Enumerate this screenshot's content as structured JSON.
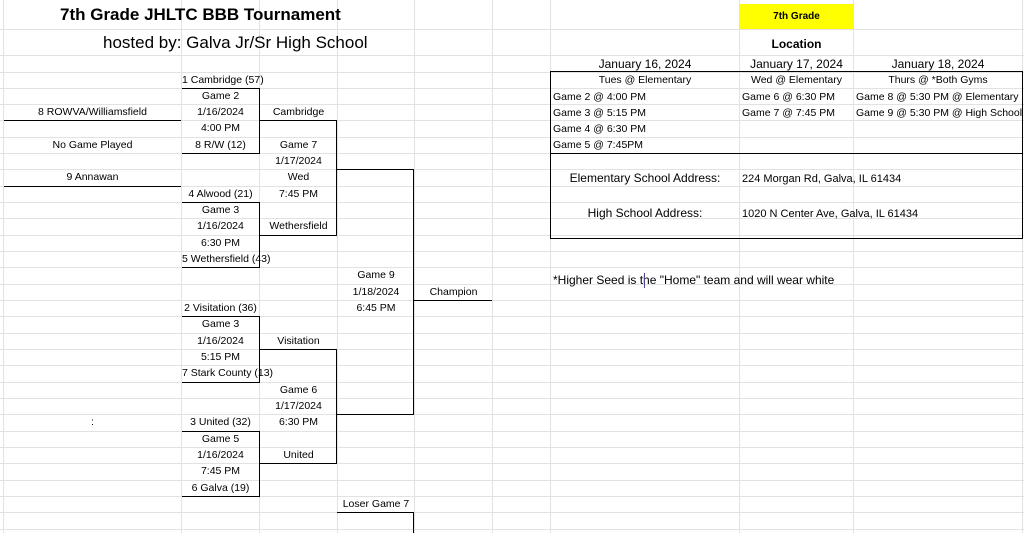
{
  "header": {
    "title": "7th Grade JHLTC BBB Tournament",
    "subtitle": "hosted by: Galva Jr/Sr High School"
  },
  "bracket": {
    "round1": {
      "seed1": "1 Cambridge (57)",
      "game2": {
        "label": "Game 2",
        "date": "1/16/2024",
        "time": "4:00 PM"
      },
      "seed8_rw": "8 R/W (12)",
      "seed4": "4 Alwood (21)",
      "game3a": {
        "label": "Game 3",
        "date": "1/16/2024",
        "time": "6:30 PM"
      },
      "seed5": "5 Wethersfield (43)",
      "seed2": "2 Visitation (36)",
      "game3b": {
        "label": "Game 3",
        "date": "1/16/2024",
        "time": "5:15 PM"
      },
      "seed7": "7 Stark County (13)",
      "seed3": "3 United (32)",
      "game5": {
        "label": "Game 5",
        "date": "1/16/2024",
        "time": "7:45 PM"
      },
      "seed6": "6 Galva (19)"
    },
    "play_in": {
      "team_a": "8 ROWVA/Williamsfield",
      "result": "No Game Played",
      "team_b": "9 Annawan",
      "colon": ":"
    },
    "round2": {
      "winner_top": "Cambridge",
      "game7": {
        "label": "Game 7",
        "date": "1/17/2024",
        "day": "Wed",
        "time": "7:45 PM"
      },
      "winner_wethersfield": "Wethersfield",
      "winner_visitation": "Visitation",
      "game6": {
        "label": "Game 6",
        "date": "1/17/2024",
        "time": "6:30 PM"
      },
      "winner_united": "United"
    },
    "final": {
      "game9": {
        "label": "Game 9",
        "date": "1/18/2024",
        "time": "6:45 PM"
      },
      "champion": "Champion"
    },
    "loser_game7": "Loser Game 7"
  },
  "schedule": {
    "highlight": "7th Grade",
    "location_label": "Location",
    "days": [
      {
        "date": "January 16, 2024",
        "venue": "Tues @ Elementary",
        "games": [
          "Game 2 @ 4:00 PM",
          "Game 3 @ 5:15 PM",
          "Game 4 @ 6:30 PM",
          "Game 5 @ 7:45PM"
        ]
      },
      {
        "date": "January 17, 2024",
        "venue": "Wed @ Elementary",
        "games": [
          "Game 6 @ 6:30 PM",
          "Game 7 @ 7:45 PM"
        ]
      },
      {
        "date": "January 18, 2024",
        "venue": "Thurs @ *Both Gyms",
        "games": [
          "Game 8 @ 5:30 PM @ Elementary",
          "Game 9 @ 5:30 PM @ High School"
        ]
      }
    ],
    "elementary_label": "Elementary School Address:",
    "elementary_address": "224 Morgan Rd, Galva, IL 61434",
    "high_school_label": "High School Address:",
    "high_school_address": "1020 N Center Ave, Galva, IL 61434",
    "note": "*Higher Seed is the \"Home\" team and will wear white"
  },
  "colors": {
    "highlight": "#ffff00",
    "gridline": "#e2e2e2",
    "line": "#000000"
  }
}
